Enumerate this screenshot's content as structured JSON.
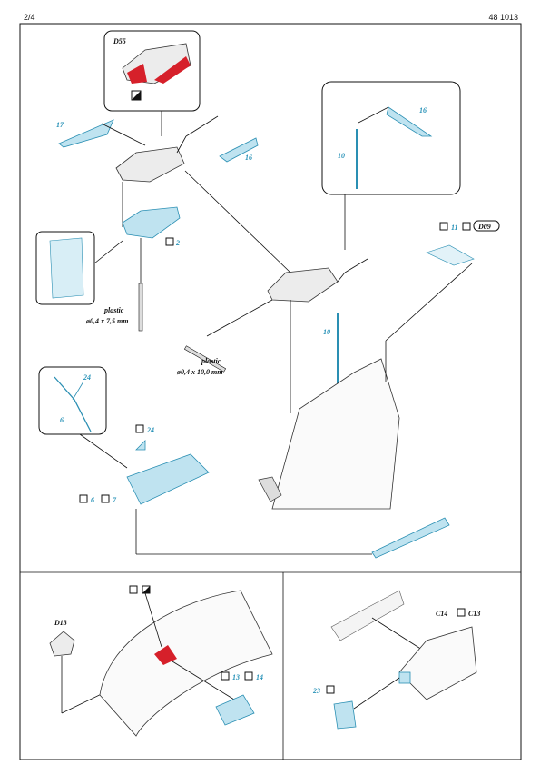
{
  "header": {
    "page": "2/4",
    "set_code": "48 1013"
  },
  "parts": {
    "d55": "D55",
    "p17": "17",
    "p16a": "16",
    "p16b": "16",
    "p10a": "10",
    "p10b": "10",
    "p2": "2",
    "p11": "11",
    "d09": "D09",
    "p24a": "24",
    "p24b": "24",
    "p6a": "6",
    "p6b": "6",
    "p7": "7",
    "d13": "D13",
    "p13": "13",
    "p14": "14",
    "c14": "C14",
    "c13": "C13",
    "p23": "23"
  },
  "plastic": {
    "word": "plastic",
    "rod_a": "ø0,4 x 7,5 mm",
    "rod_b": "ø0,4 x 10,0 mm"
  },
  "colors": {
    "part_blue": "#2a93b8",
    "part_fill": "#bfe3f0",
    "paint_red": "#d6202a",
    "line": "#111111"
  },
  "icons": [
    "bend-icon",
    "paint-icon",
    "glue-icon",
    "remove-icon"
  ]
}
